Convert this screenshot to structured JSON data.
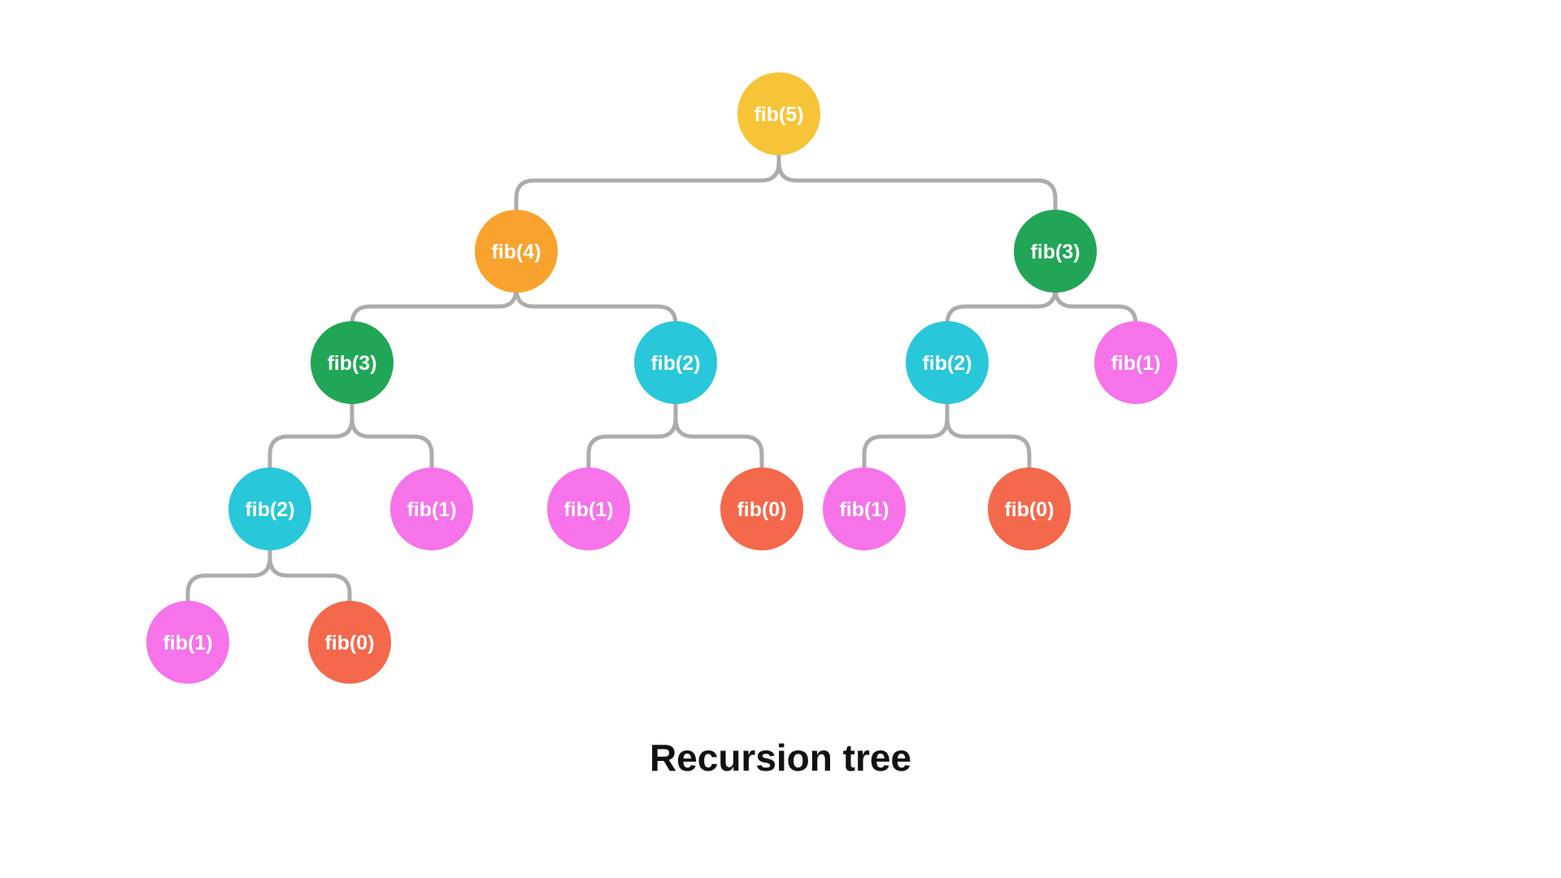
{
  "title": {
    "text": "Recursion tree"
  },
  "colors": {
    "fib5": "#F6C436",
    "fib4": "#F9A32E",
    "fib3": "#20A656",
    "fib2": "#28C7D9",
    "fib1": "#F673EA",
    "fib0": "#F4684B",
    "edge": "#ACACAC",
    "node_text": "#FFFFFF",
    "title_text": "#111111"
  },
  "nodes": [
    {
      "label": "fib(5)",
      "value": 5
    },
    {
      "label": "fib(4)",
      "value": 4
    },
    {
      "label": "fib(3)",
      "value": 3
    },
    {
      "label": "fib(3)",
      "value": 3
    },
    {
      "label": "fib(2)",
      "value": 2
    },
    {
      "label": "fib(2)",
      "value": 2
    },
    {
      "label": "fib(1)",
      "value": 1
    },
    {
      "label": "fib(2)",
      "value": 2
    },
    {
      "label": "fib(1)",
      "value": 1
    },
    {
      "label": "fib(1)",
      "value": 1
    },
    {
      "label": "fib(0)",
      "value": 0
    },
    {
      "label": "fib(1)",
      "value": 1
    },
    {
      "label": "fib(0)",
      "value": 0
    },
    {
      "label": "fib(1)",
      "value": 1
    },
    {
      "label": "fib(0)",
      "value": 0
    }
  ],
  "tree": {
    "label": "fib(5)",
    "children": [
      {
        "label": "fib(4)",
        "children": [
          {
            "label": "fib(3)",
            "children": [
              {
                "label": "fib(2)",
                "children": [
                  {
                    "label": "fib(1)",
                    "children": []
                  },
                  {
                    "label": "fib(0)",
                    "children": []
                  }
                ]
              },
              {
                "label": "fib(1)",
                "children": []
              }
            ]
          },
          {
            "label": "fib(2)",
            "children": [
              {
                "label": "fib(1)",
                "children": []
              },
              {
                "label": "fib(0)",
                "children": []
              }
            ]
          }
        ]
      },
      {
        "label": "fib(3)",
        "children": [
          {
            "label": "fib(2)",
            "children": [
              {
                "label": "fib(1)",
                "children": []
              },
              {
                "label": "fib(0)",
                "children": []
              }
            ]
          },
          {
            "label": "fib(1)",
            "children": []
          }
        ]
      }
    ]
  }
}
